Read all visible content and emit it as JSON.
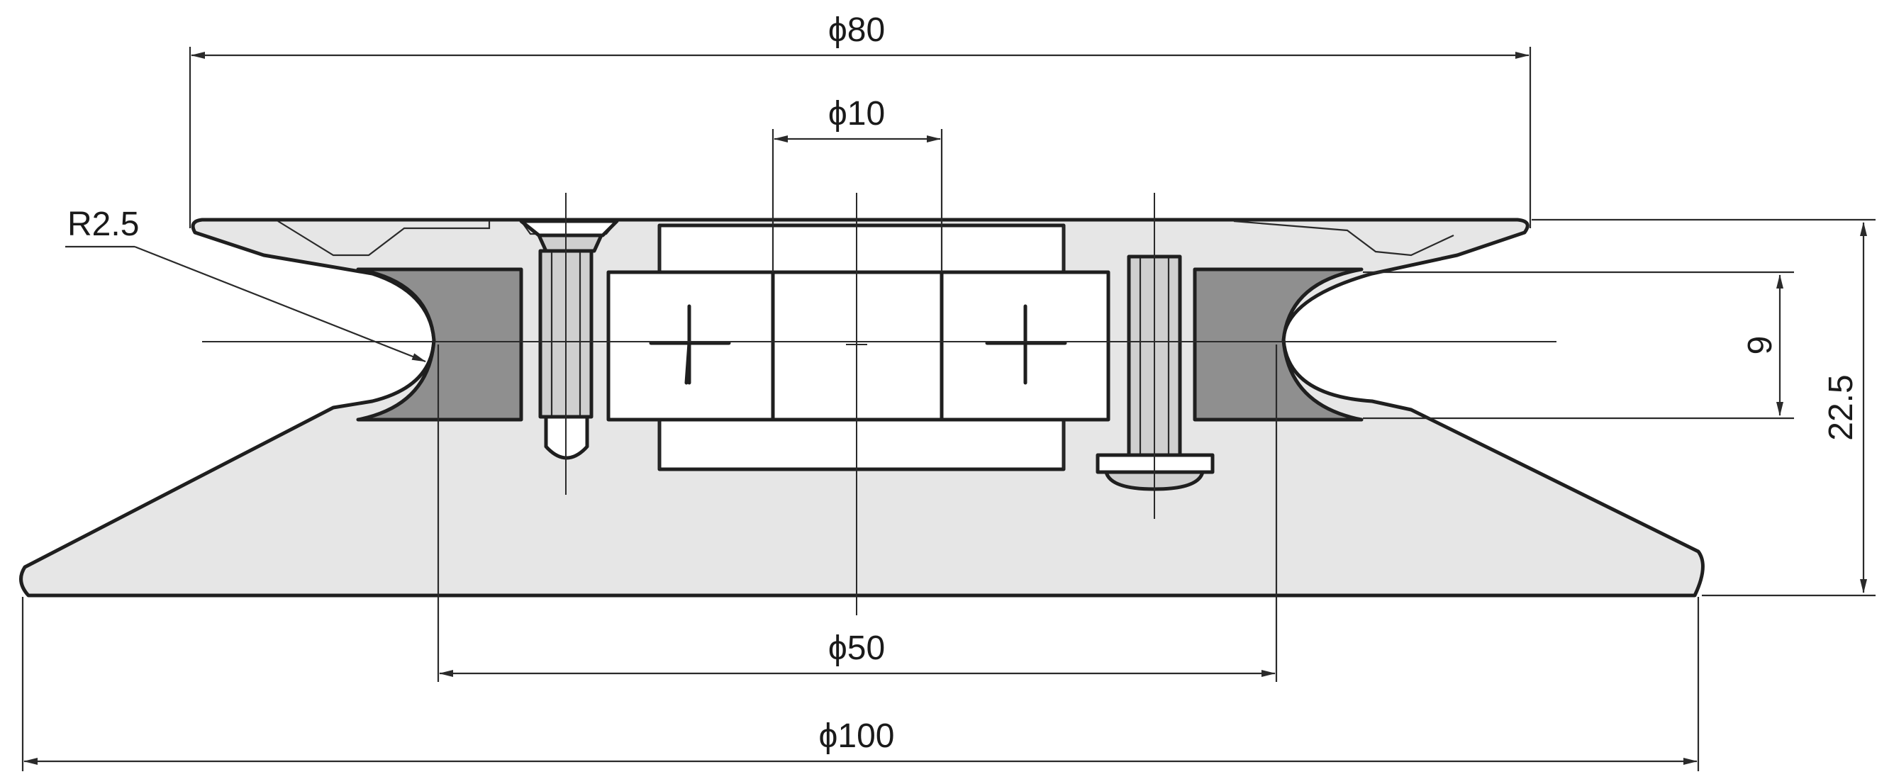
{
  "dimensions": {
    "d80": "ϕ80",
    "d10": "ϕ10",
    "r25": "R2.5",
    "h9": "9",
    "h225": "22.5",
    "d50": "ϕ50",
    "d100": "ϕ100"
  },
  "colors": {
    "line": "#1f1f1f",
    "body_fill": "#e6e6e6",
    "tire_fill": "#8f8f8f",
    "bolt_fill": "#cfcfcf",
    "background": "#ffffff"
  }
}
